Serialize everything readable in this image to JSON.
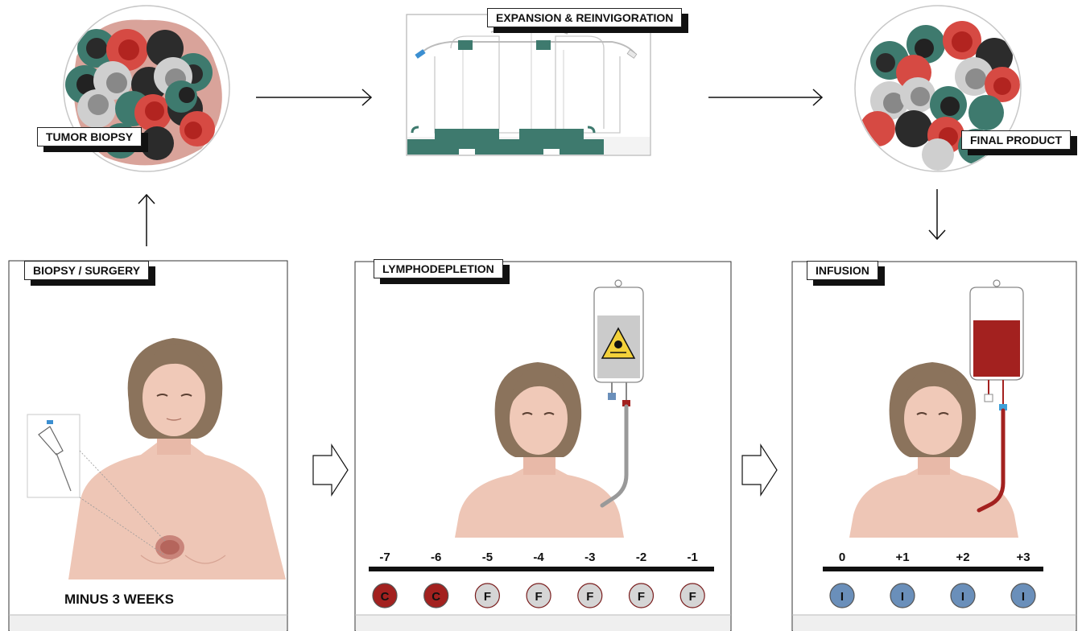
{
  "labels": {
    "tumor_biopsy": "TUMOR BIOPSY",
    "expansion": "EXPANSION & REINVIGORATION",
    "final_product": "FINAL PRODUCT",
    "biopsy_surgery": "BIOPSY / SURGERY",
    "lymphodepletion": "LYMPHODEPLETION",
    "infusion": "INFUSION",
    "minus_weeks": "MINUS 3 WEEKS"
  },
  "lymphodepletion_days": [
    {
      "day": "-7",
      "code": "C"
    },
    {
      "day": "-6",
      "code": "C"
    },
    {
      "day": "-5",
      "code": "F"
    },
    {
      "day": "-4",
      "code": "F"
    },
    {
      "day": "-3",
      "code": "F"
    },
    {
      "day": "-2",
      "code": "F"
    },
    {
      "day": "-1",
      "code": "F"
    }
  ],
  "infusion_days": [
    {
      "day": "0",
      "code": "I"
    },
    {
      "day": "+1",
      "code": "I"
    },
    {
      "day": "+2",
      "code": "I"
    },
    {
      "day": "+3",
      "code": "I"
    }
  ],
  "colors": {
    "C": "#a3211f",
    "F": "#d5d5d5",
    "I": "#6a8fba",
    "teal": "#3e7a6e",
    "skin": "#eec6b6",
    "hair": "#8b735c",
    "blood": "#a3211f"
  }
}
